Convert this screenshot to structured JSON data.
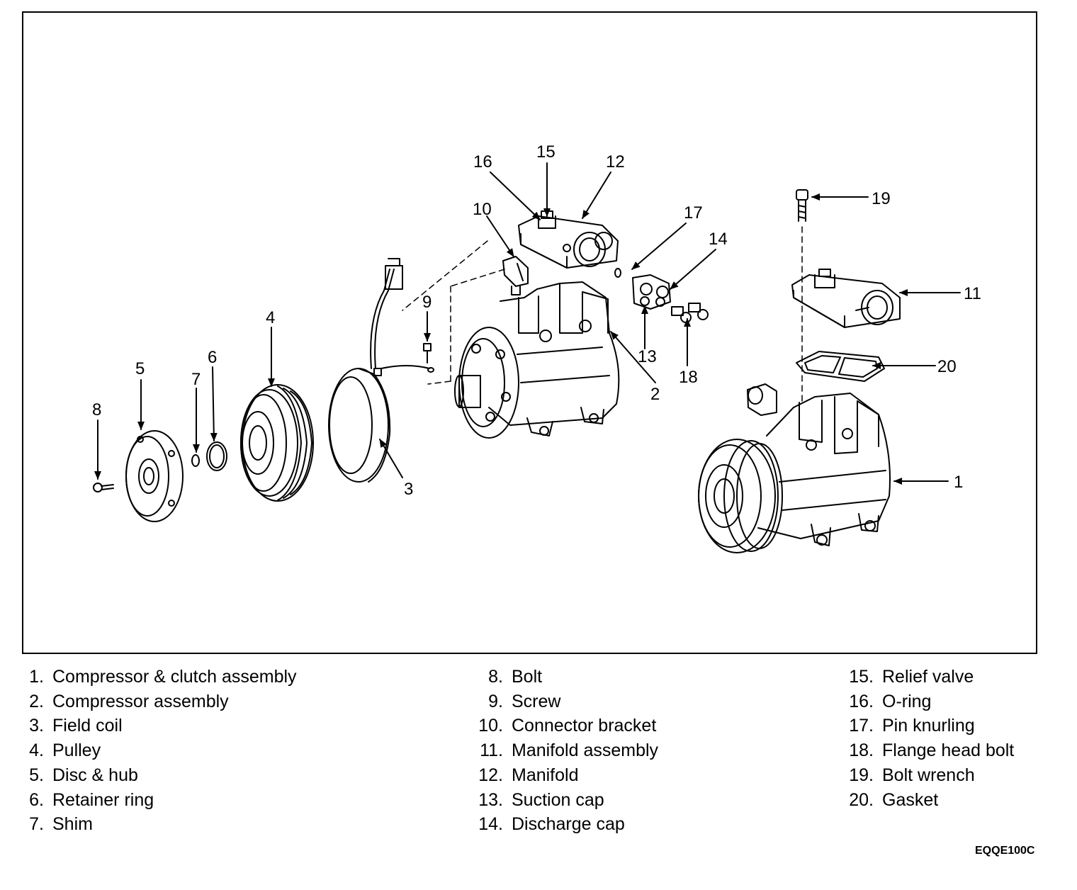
{
  "callouts": {
    "c1": "1",
    "c2": "2",
    "c3": "3",
    "c4": "4",
    "c5": "5",
    "c6": "6",
    "c7": "7",
    "c8": "8",
    "c9": "9",
    "c10": "10",
    "c11": "11",
    "c12": "12",
    "c13": "13",
    "c14": "14",
    "c15": "15",
    "c16": "16",
    "c17": "17",
    "c18": "18",
    "c19": "19",
    "c20": "20"
  },
  "legend": [
    {
      "num": "1.",
      "label": "Compressor & clutch assembly"
    },
    {
      "num": "2.",
      "label": "Compressor assembly"
    },
    {
      "num": "3.",
      "label": "Field coil"
    },
    {
      "num": "4.",
      "label": "Pulley"
    },
    {
      "num": "5.",
      "label": "Disc & hub"
    },
    {
      "num": "6.",
      "label": "Retainer ring"
    },
    {
      "num": "7.",
      "label": "Shim"
    },
    {
      "num": "8.",
      "label": "Bolt"
    },
    {
      "num": "9.",
      "label": "Screw"
    },
    {
      "num": "10.",
      "label": "Connector bracket"
    },
    {
      "num": "11.",
      "label": "Manifold assembly"
    },
    {
      "num": "12.",
      "label": "Manifold"
    },
    {
      "num": "13.",
      "label": "Suction cap"
    },
    {
      "num": "14.",
      "label": "Discharge cap"
    },
    {
      "num": "15.",
      "label": "Relief valve"
    },
    {
      "num": "16.",
      "label": "O-ring"
    },
    {
      "num": "17.",
      "label": "Pin knurling"
    },
    {
      "num": "18.",
      "label": "Flange head bolt"
    },
    {
      "num": "19.",
      "label": "Bolt wrench"
    },
    {
      "num": "20.",
      "label": "Gasket"
    }
  ],
  "figure_code": "EQQE100C"
}
